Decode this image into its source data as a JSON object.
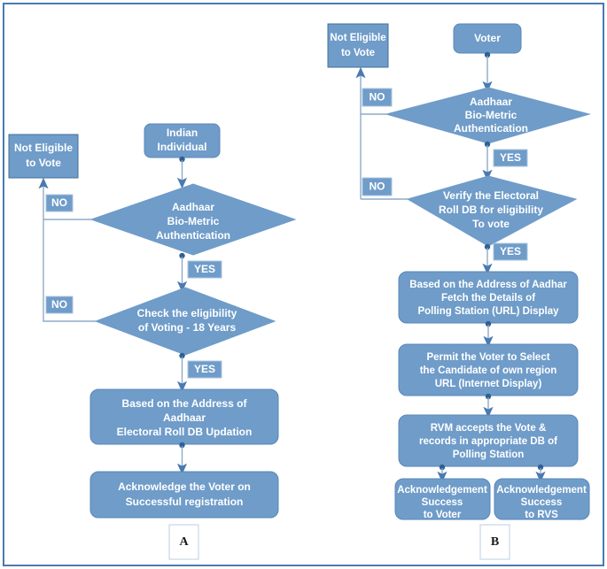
{
  "diagram": {
    "title": "Aadhaar based electronic voting flowchart",
    "colors": {
      "node_fill": "#6f9cc9",
      "node_stroke": "#5a87b8",
      "line": "#8faac6",
      "dot": "#2f5f94",
      "frame": "#4a7ab0",
      "text": "#ffffff",
      "connector_text": "#1a1a1a"
    },
    "left_flow": {
      "caption": "A",
      "nodes": {
        "start": {
          "line1": "Indian",
          "line2": "Individual"
        },
        "not_eligible": {
          "line1": "Not Eligible",
          "line2": "to Vote"
        },
        "decision_auth": {
          "line1": "Aadhaar",
          "line2": "Bio-Metric",
          "line3": "Authentication"
        },
        "decision_age": {
          "line1": "Check the eligibility",
          "line2": "of Voting - 18 Years"
        },
        "process_roll": {
          "line1": "Based on the Address of",
          "line2": "Aadhaar",
          "line3": "Electoral Roll DB Updation"
        },
        "process_ack": {
          "line1": "Acknowledge the Voter on",
          "line2": "Successful registration"
        }
      },
      "edge_labels": {
        "auth_no": "NO",
        "auth_yes": "YES",
        "age_no": "NO",
        "age_yes": "YES"
      }
    },
    "right_flow": {
      "caption": "B",
      "nodes": {
        "start": {
          "line1": "Voter"
        },
        "not_eligible": {
          "line1": "Not Eligible",
          "line2": "to Vote"
        },
        "decision_auth": {
          "line1": "Aadhaar",
          "line2": "Bio-Metric",
          "line3": "Authentication"
        },
        "decision_verify": {
          "line1": "Verify the Electoral",
          "line2": "Roll DB for eligibility",
          "line3": "To vote"
        },
        "process_fetch": {
          "line1": "Based on the Address of Aadhar",
          "line2": "Fetch the Details of",
          "line3": "Polling Station (URL) Display"
        },
        "process_permit": {
          "line1": "Permit the Voter to Select",
          "line2": "the Candidate of own region",
          "line3": "URL (Internet Display)"
        },
        "process_rvm": {
          "line1": "RVM accepts the Vote &",
          "line2": "records in appropriate DB of",
          "line3": "Polling Station"
        },
        "ack_voter": {
          "line1": "Acknowledgement",
          "line2": "Success",
          "line3": "to Voter"
        },
        "ack_rvs": {
          "line1": "Acknowledgement",
          "line2": "Success",
          "line3": "to RVS"
        }
      },
      "edge_labels": {
        "auth_no": "NO",
        "auth_yes": "YES",
        "verify_no": "NO",
        "verify_yes": "YES"
      }
    }
  }
}
